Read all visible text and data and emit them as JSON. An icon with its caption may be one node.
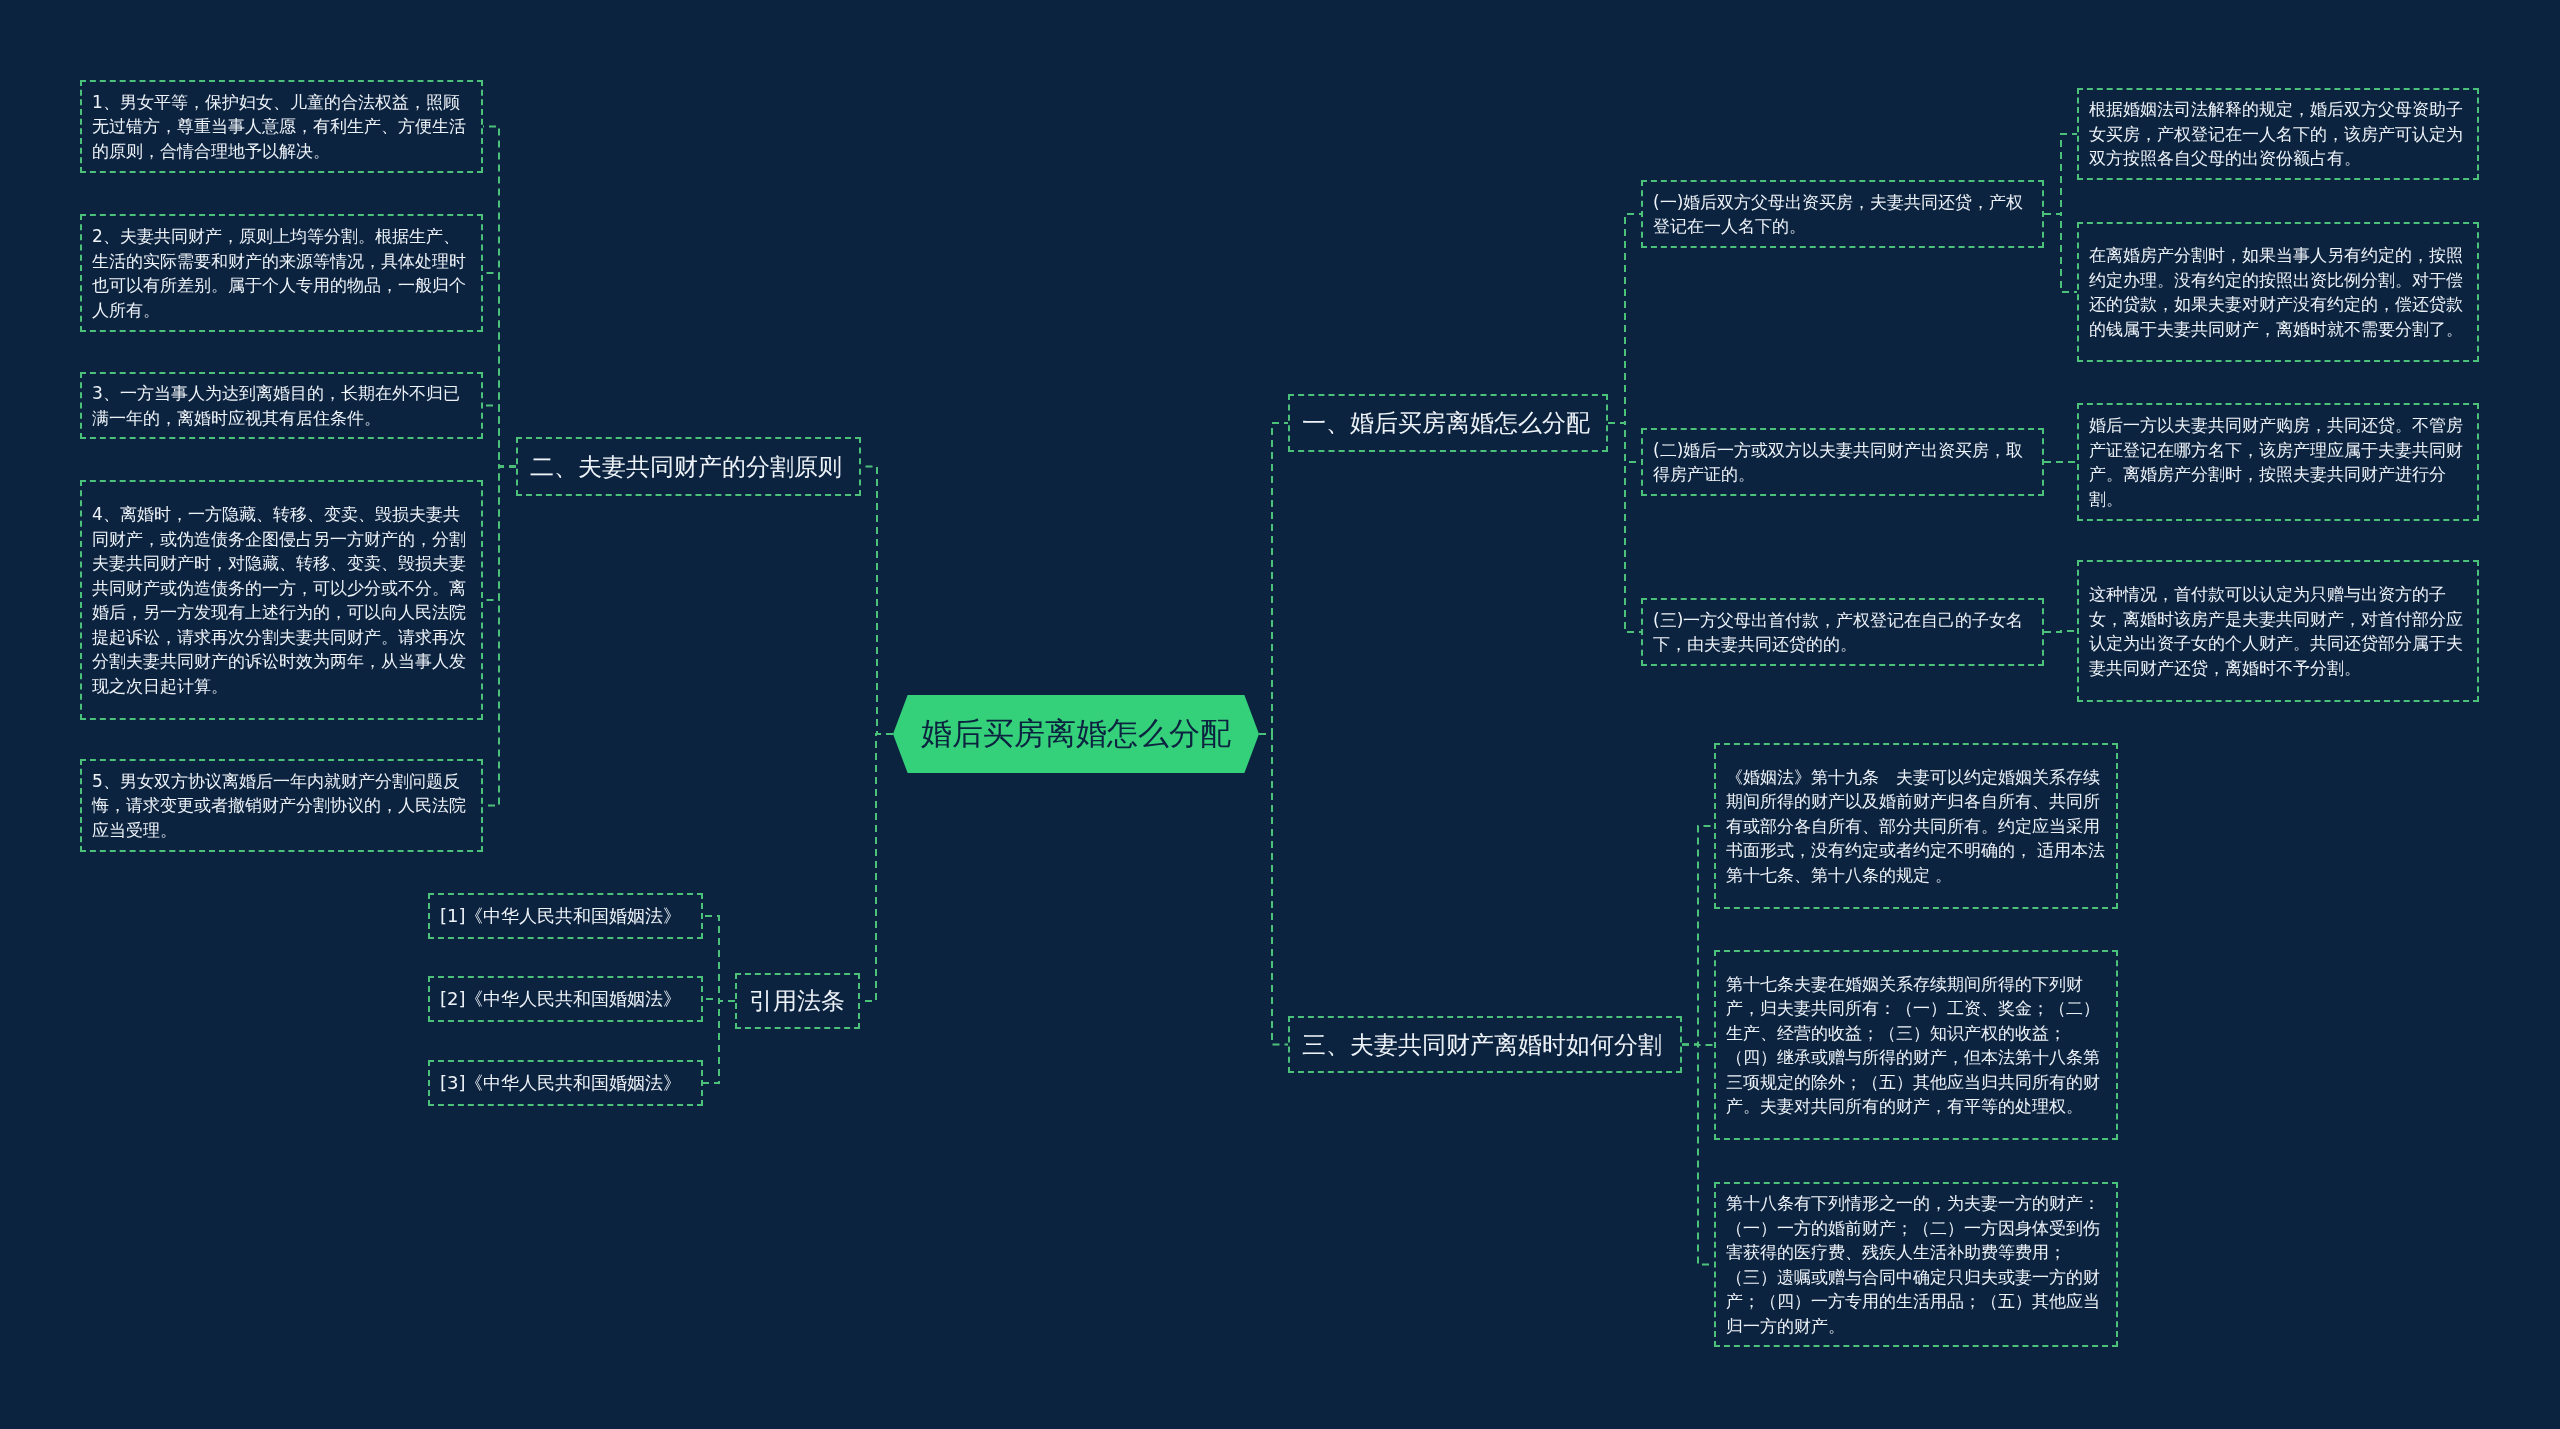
{
  "diagram": {
    "nodes": [
      {
        "text": [
          "婚后买房离婚怎么分配"
        ]
      },
      {
        "text": [
          "一、婚后买房离婚怎么分配"
        ]
      },
      {
        "text": [
          "(一)婚后双方父母出资买房，夫妻共同还贷，产权登记在一人名下的。"
        ]
      },
      {
        "text": [
          "根据婚姻法司法解释的规定，婚后双方父母资助子女买房，产权登记在一人名下的，该房产可认定为双方按照各自父母的出资份额占有。"
        ]
      },
      {
        "text": [
          "在离婚房产分割时，如果当事人另有约定的，按照约定办理。没有约定的按照出资比例分割。对于偿还的贷款，如果夫妻对财产没有约定的，偿还贷款的钱属于夫妻共同财产，离婚时就不需要分割了。"
        ]
      },
      {
        "text": [
          "(二)婚后一方或双方以夫妻共同财产出资买房，取得房产证的。"
        ]
      },
      {
        "text": [
          "婚后一方以夫妻共同财产购房，共同还贷。不管房产证登记在哪方名下，该房产理应属于夫妻共同财产。离婚房产分割时，按照夫妻共同财产进行分割。"
        ]
      },
      {
        "text": [
          "(三)一方父母出首付款，产权登记在自己的子女名下，由夫妻共同还贷的的。"
        ]
      },
      {
        "text": [
          "这种情况，首付款可以认定为只赠与出资方的子女，离婚时该房产是夫妻共同财产，对首付部分应认定为出资子女的个人财产。共同还贷部分属于夫妻共同财产还贷，离婚时不予分割。"
        ]
      },
      {
        "text": [
          "三、夫妻共同财产离婚时如何分割"
        ]
      },
      {
        "text": [
          "《婚姻法》第十九条　夫妻可以约定婚姻关系存续期间所得的财产以及婚前财产归各自所有、共同所有或部分各自所有、部分共同所有。约定应当采用书面形式，没有约定或者约定不明确的， 适用本法第十七条、第十八条的规定 。"
        ]
      },
      {
        "text": [
          "第十七条夫妻在婚姻关系存续期间所得的下列财产，归夫妻共同所有：（一）工资、奖金；（二）生产、经营的收益；（三）知识产权的收益；（四）继承或赠与所得的财产，但本法第十八条第三项规定的除外；（五）其他应当归共同所有的财产。夫妻对共同所有的财产，有平等的处理权。"
        ]
      },
      {
        "text": [
          "第十八条有下列情形之一的，为夫妻一方的财产：（一）一方的婚前财产；（二）一方因身体受到伤害获得的医疗费、残疾人生活补助费等费用；（三）遗嘱或赠与合同中确定只归夫或妻一方的财产；（四）一方专用的生活用品；（五）其他应当归一方的财产。"
        ]
      },
      {
        "text": [
          "二、夫妻共同财产的分割原则"
        ]
      },
      {
        "text": [
          "1、男女平等，保护妇女、儿童的合法权益，照顾无过错方，尊重当事人意愿，有利生产、方便生活的原则，合情合理地予以解决。"
        ]
      },
      {
        "text": [
          "2、夫妻共同财产，原则上均等分割。根据生产、生活的实际需要和财产的来源等情况，具体处理时也可以有所差别。属于个人专用的物品，一般归个人所有。"
        ]
      },
      {
        "text": [
          "3、一方当事人为达到离婚目的，长期在外不归已满一年的，离婚时应视其有居住条件。"
        ]
      },
      {
        "text": [
          "4、离婚时，一方隐藏、转移、变卖、毁损夫妻共同财产，或伪造债务企图侵占另一方财产的，分割夫妻共同财产时，对隐藏、转移、变卖、毁损夫妻共同财产或伪造债务的一方，可以少分或不分。离婚后，另一方发现有上述行为的，可以向人民法院提起诉讼，请求再次分割夫妻共同财产。请求再次分割夫妻共同财产的诉讼时效为两年，从当事人发现之次日起计算。"
        ]
      },
      {
        "text": [
          "5、男女双方协议离婚后一年内就财产分割问题反悔，请求变更或者撤销财产分割协议的，人民法院应当受理。"
        ]
      },
      {
        "text": [
          "引用法条"
        ]
      },
      {
        "text": [
          "[1]《中华人民共和国婚姻法》"
        ]
      },
      {
        "text": [
          "[2]《中华人民共和国婚姻法》"
        ]
      },
      {
        "text": [
          "[3]《中华人民共和国婚姻法》"
        ]
      }
    ],
    "edges": [
      {
        "from": 0,
        "to": 1,
        "arrow": "none"
      },
      {
        "from": 1,
        "to": 2,
        "arrow": "none"
      },
      {
        "from": 2,
        "to": 3,
        "arrow": "none"
      },
      {
        "from": 2,
        "to": 4,
        "arrow": "none"
      },
      {
        "from": 1,
        "to": 5,
        "arrow": "none"
      },
      {
        "from": 5,
        "to": 6,
        "arrow": "none"
      },
      {
        "from": 1,
        "to": 7,
        "arrow": "none"
      },
      {
        "from": 7,
        "to": 8,
        "arrow": "none"
      },
      {
        "from": 0,
        "to": 9,
        "arrow": "none"
      },
      {
        "from": 9,
        "to": 10,
        "arrow": "none"
      },
      {
        "from": 9,
        "to": 11,
        "arrow": "none"
      },
      {
        "from": 9,
        "to": 12,
        "arrow": "none"
      },
      {
        "from": 0,
        "to": 13,
        "arrow": "none"
      },
      {
        "from": 13,
        "to": 14,
        "arrow": "none"
      },
      {
        "from": 13,
        "to": 15,
        "arrow": "none"
      },
      {
        "from": 13,
        "to": 16,
        "arrow": "none"
      },
      {
        "from": 13,
        "to": 17,
        "arrow": "none"
      },
      {
        "from": 13,
        "to": 18,
        "arrow": "none"
      },
      {
        "from": 0,
        "to": 19,
        "arrow": "none"
      },
      {
        "from": 19,
        "to": 20,
        "arrow": "none"
      },
      {
        "from": 19,
        "to": 21,
        "arrow": "none"
      },
      {
        "from": 19,
        "to": 22,
        "arrow": "none"
      }
    ]
  }
}
